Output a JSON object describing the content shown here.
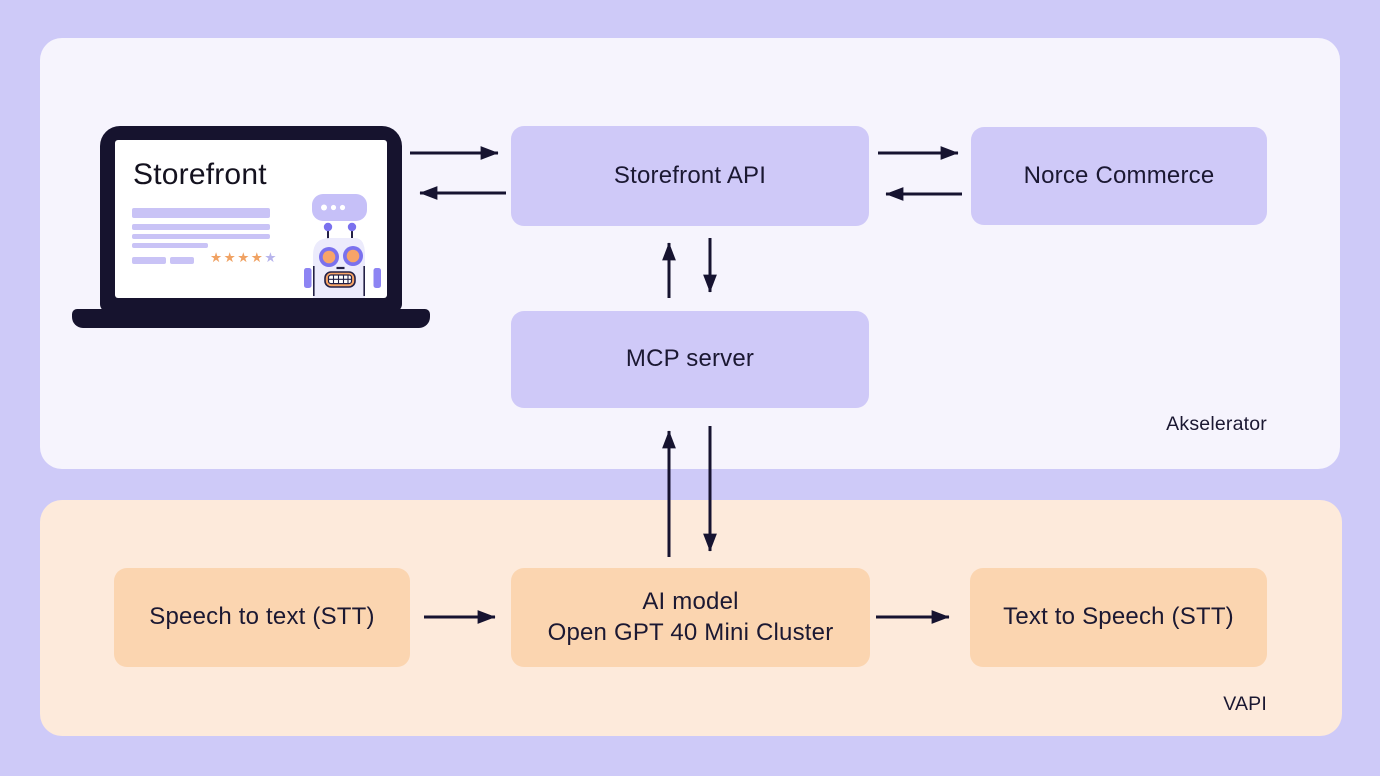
{
  "groups": {
    "akselerator": {
      "label": "Akselerator"
    },
    "vapi": {
      "label": "VAPI"
    }
  },
  "laptop": {
    "screen_title": "Storefront",
    "rating": {
      "filled_stars": "★★★★",
      "empty_star": "★"
    }
  },
  "nodes": {
    "storefront_api": {
      "label": "Storefront API"
    },
    "norce_commerce": {
      "label": "Norce Commerce"
    },
    "mcp_server": {
      "label": "MCP server"
    },
    "speech_to_text": {
      "label": "Speech to text (STT)"
    },
    "ai_model": {
      "line1": "AI model",
      "line2": "Open GPT 40 Mini Cluster"
    },
    "text_to_speech": {
      "label": "Text to Speech (STT)"
    }
  },
  "connections": [
    {
      "from": "storefront",
      "to": "storefront_api",
      "bidirectional": true
    },
    {
      "from": "storefront_api",
      "to": "norce_commerce",
      "bidirectional": true
    },
    {
      "from": "storefront_api",
      "to": "mcp_server",
      "bidirectional": true
    },
    {
      "from": "mcp_server",
      "to": "ai_model",
      "bidirectional": true
    },
    {
      "from": "speech_to_text",
      "to": "ai_model",
      "bidirectional": false
    },
    {
      "from": "ai_model",
      "to": "text_to_speech",
      "bidirectional": false
    }
  ],
  "colors": {
    "background": "#cecaf8",
    "panel_top": "#f6f4fd",
    "panel_bottom": "#fdeadb",
    "node_purple": "#cfc9f8",
    "node_orange": "#fbd5b0",
    "arrow": "#161330",
    "text": "#1b1832",
    "laptop_dark": "#16132e",
    "screen_bar": "#c9c3f6",
    "star_filled": "#f0a263",
    "star_empty": "#b7b4ec"
  }
}
